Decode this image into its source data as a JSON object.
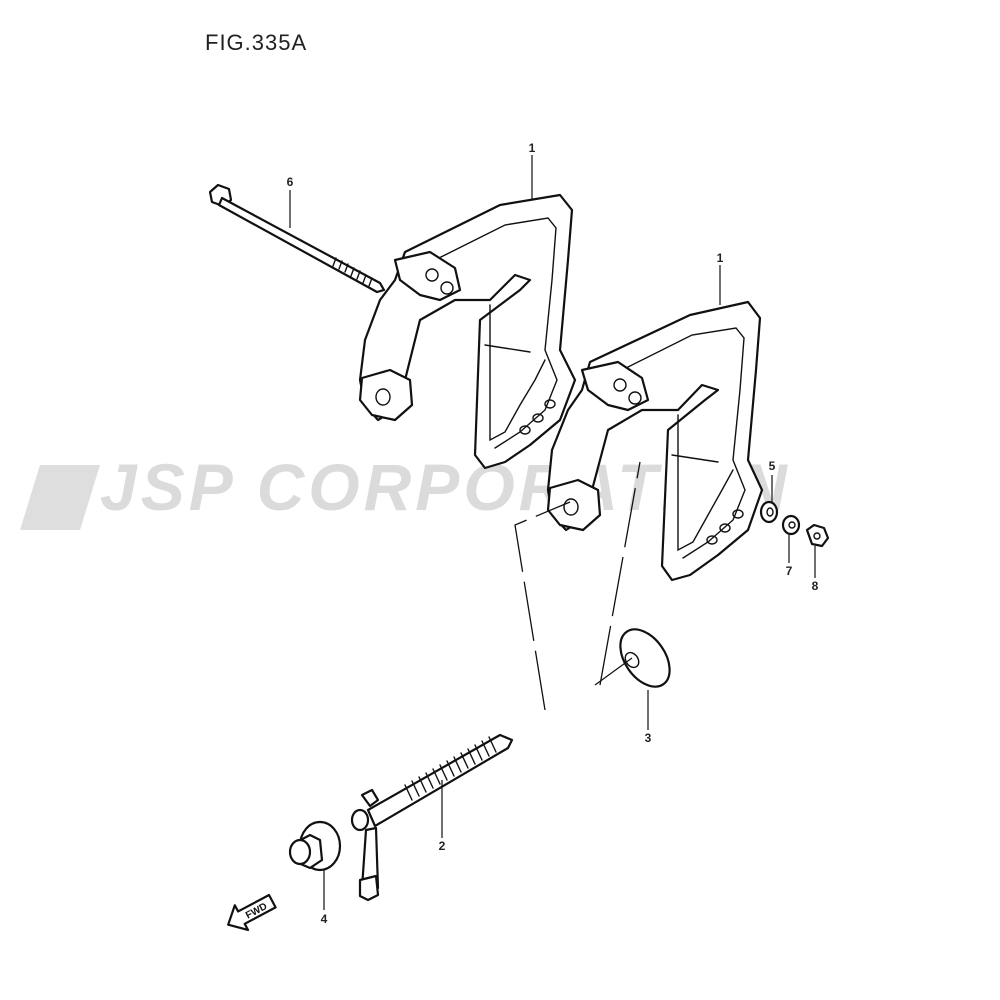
{
  "figure": {
    "title": "FIG.335A"
  },
  "watermark": {
    "text": "JSP CORPORATION"
  },
  "direction_arrow": {
    "label": "FWD"
  },
  "callouts": [
    {
      "number": "1",
      "part": "bracket-upper"
    },
    {
      "number": "1",
      "part": "bracket-lower"
    },
    {
      "number": "2",
      "part": "clamp-screw"
    },
    {
      "number": "3",
      "part": "plate"
    },
    {
      "number": "4",
      "part": "pad"
    },
    {
      "number": "5",
      "part": "washer"
    },
    {
      "number": "6",
      "part": "bolt"
    },
    {
      "number": "7",
      "part": "washer-small"
    },
    {
      "number": "8",
      "part": "nut"
    }
  ],
  "colors": {
    "line": "#111111",
    "watermark": "#cfcfcf",
    "background": "#ffffff"
  }
}
